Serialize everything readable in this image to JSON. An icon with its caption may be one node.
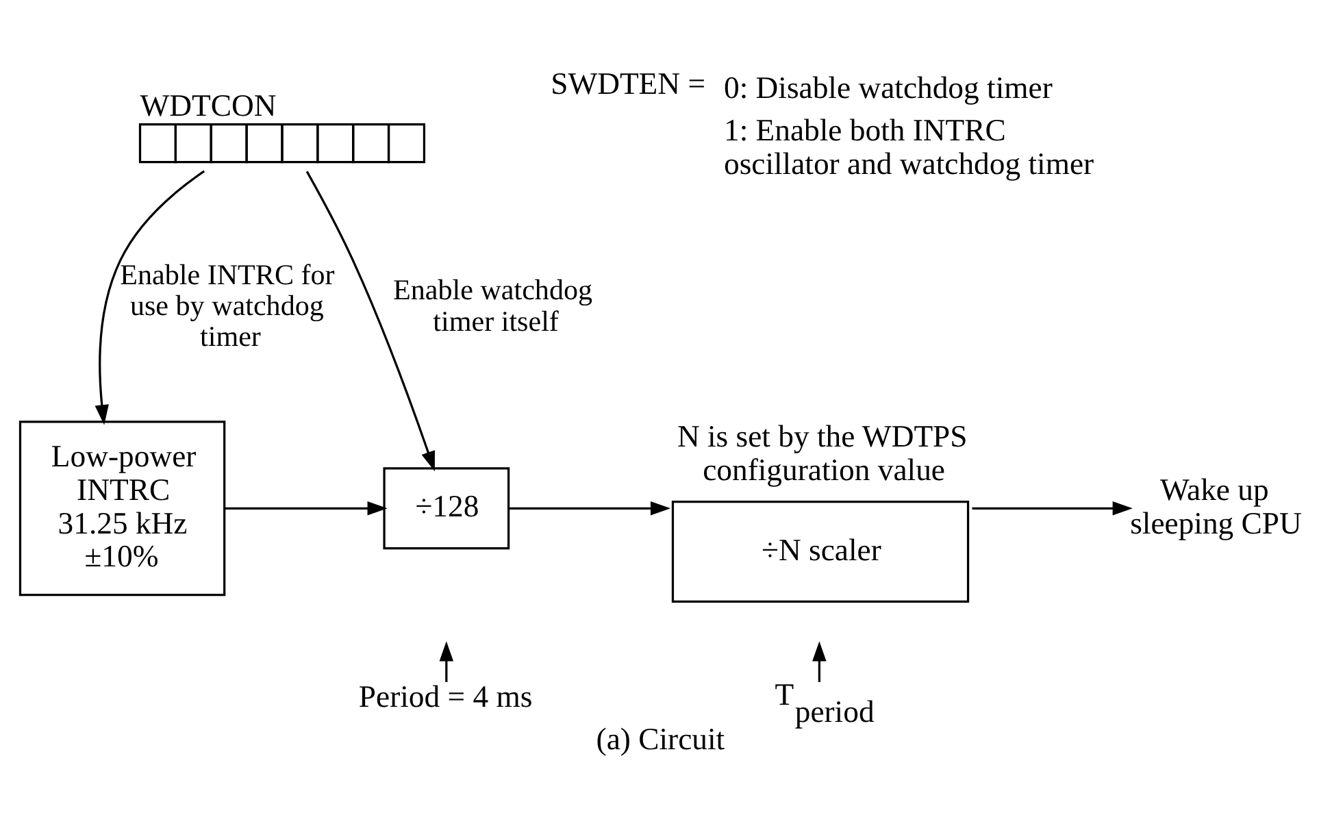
{
  "diagram": {
    "caption": "(a) Circuit",
    "nodes": [
      {
        "text": [
          "WDTCON"
        ]
      },
      {
        "text": [
          "Low-power INTRC 31.25 kHz ±10%"
        ]
      },
      {
        "text": [
          "÷128"
        ]
      },
      {
        "text": [
          "÷N scaler"
        ],
        "beside": [
          "N is set by the WDTPS configuration value"
        ]
      },
      {
        "text": [
          "Wake up sleeping CPU"
        ]
      },
      {
        "text": [
          "Period = 4 ms"
        ]
      },
      {
        "text": [
          "T$_{period}$"
        ]
      }
    ],
    "edges": [
      {
        "from": 0,
        "to": 1,
        "arrow": "to",
        "label": "Enable INTRC for use by watchdog timer"
      },
      {
        "from": 0,
        "to": 2,
        "arrow": "to",
        "label": "Enable watchdog timer itself"
      },
      {
        "from": 1,
        "to": 2,
        "arrow": "to"
      },
      {
        "from": 2,
        "to": 3,
        "arrow": "to"
      },
      {
        "from": 3,
        "to": 4,
        "arrow": "to"
      },
      {
        "from": 5,
        "to": null,
        "arrow": "to"
      },
      {
        "from": 6,
        "to": null,
        "arrow": "to"
      }
    ],
    "labels": [
      "SWDTEN =",
      "0: Disable watchdog timer",
      "1: Enable both INTRC oscillator and watchdog timer"
    ]
  }
}
